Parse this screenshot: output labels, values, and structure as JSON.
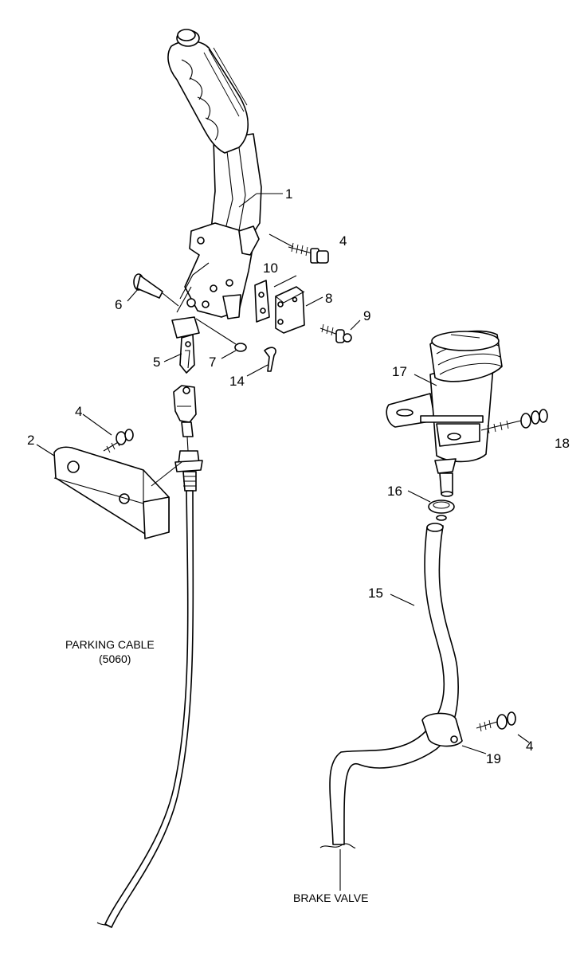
{
  "callouts": {
    "c1": "1",
    "c2": "2",
    "c4a": "4",
    "c4b": "4",
    "c4c": "4",
    "c5": "5",
    "c6": "6",
    "c7": "7",
    "c8": "8",
    "c9": "9",
    "c10": "10",
    "c14": "14",
    "c15": "15",
    "c16": "16",
    "c17": "17",
    "c18": "18",
    "c19": "19"
  },
  "labels": {
    "parking_cable_line1": "PARKING CABLE",
    "parking_cable_line2": "(5060)",
    "brake_valve": "BRAKE VALVE"
  }
}
